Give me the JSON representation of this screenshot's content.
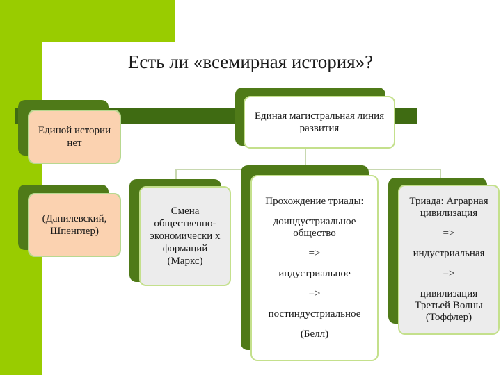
{
  "title": "Есть ли «всемирная история»?",
  "nodes": {
    "no_history": "Единой истории нет",
    "single_line": "Единая магистральная линия развития",
    "danilevsky": "(Данилевский, Шпенглер)",
    "marx": "Смена общественно-экономически х формаций (Маркс)",
    "bell": [
      "Прохождение триады:",
      "доиндустриальное общество",
      "=>",
      "индустриальное",
      "=>",
      "постиндустриальное",
      "(Белл)"
    ],
    "toffler": [
      "Триада: Аграрная цивилизация",
      "=>",
      "индустриальная",
      "=>",
      "цивилизация Третьей Волны (Тоффлер)"
    ]
  },
  "colors": {
    "accent": "#99cc00",
    "shadow": "#4f7a18",
    "peach": "#fbd2b0",
    "dark_band": "#3f6b12"
  }
}
